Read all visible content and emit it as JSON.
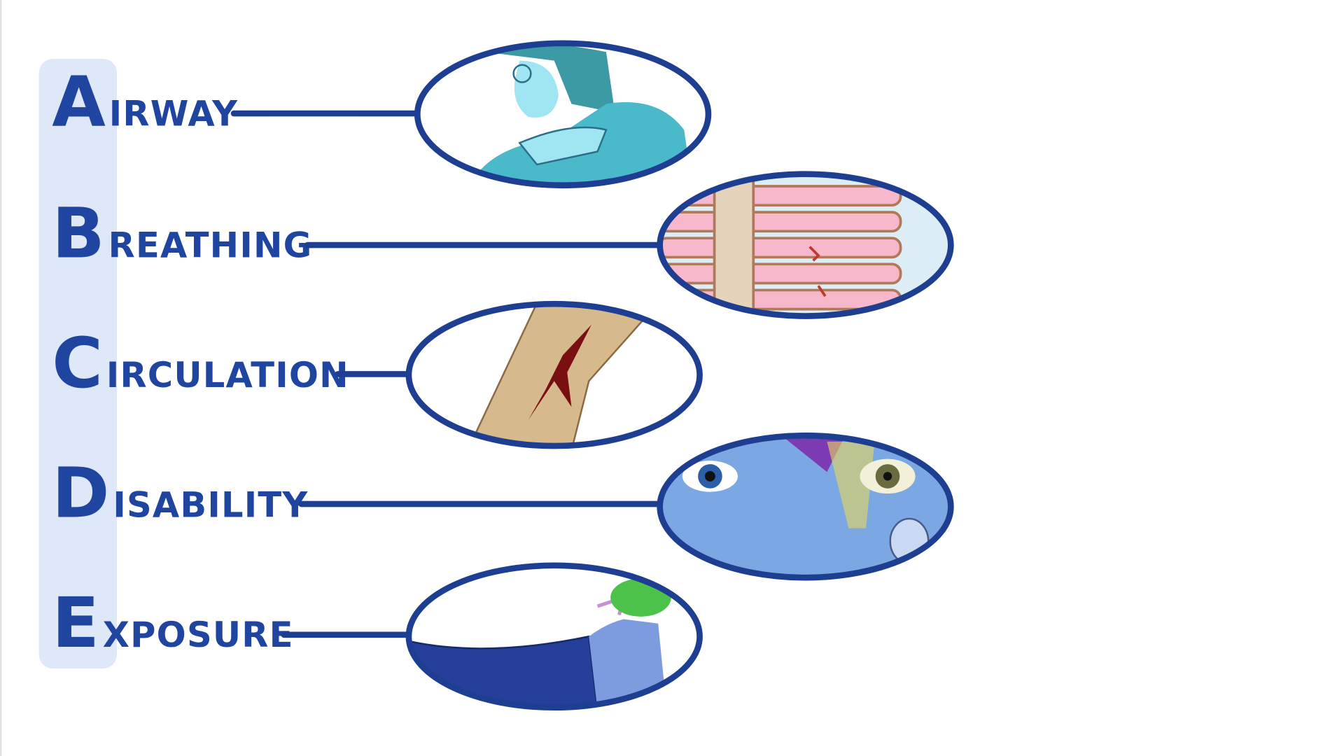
{
  "title": "ABCDE assessment",
  "items": [
    {
      "letter": "A",
      "rest": "IRWAY",
      "illustration": "person-choking"
    },
    {
      "letter": "B",
      "rest": "REATHING",
      "illustration": "rib-fractures"
    },
    {
      "letter": "C",
      "rest": "IRCULATION",
      "illustration": "bleeding-leg-wound"
    },
    {
      "letter": "D",
      "rest": "ISABILITY",
      "illustration": "pupil-check"
    },
    {
      "letter": "E",
      "rest": "XPOSURE",
      "illustration": "cutting-clothing"
    }
  ],
  "colors": {
    "accent": "#1f45a0",
    "band": "#dfe8f8",
    "outline": "#1e3f91"
  }
}
